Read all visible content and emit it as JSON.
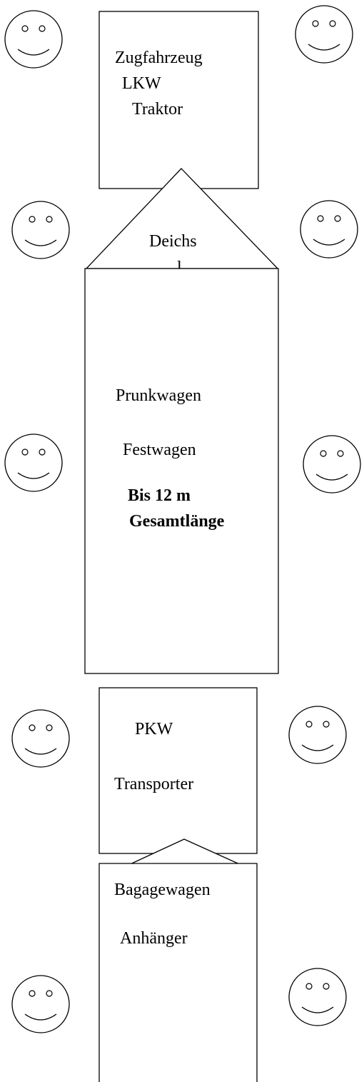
{
  "vehicles": {
    "tow": {
      "lines": [
        "Zugfahrzeug",
        "LKW",
        "Traktor"
      ]
    },
    "drawbar": {
      "label": "Deichs",
      "label_cut": "l"
    },
    "float": {
      "lines": [
        "Prunkwagen",
        "Festwagen"
      ],
      "bold_lines": [
        "Bis 12 m",
        "Gesamtlänge"
      ]
    },
    "car": {
      "lines": [
        "PKW",
        "Transporter"
      ]
    },
    "trailer": {
      "lines": [
        "Bagagewagen",
        "Anhänger"
      ]
    }
  },
  "icons": {
    "escort": "smiley-face-icon"
  },
  "colors": {
    "stroke": "#000000",
    "fill": "#ffffff"
  }
}
